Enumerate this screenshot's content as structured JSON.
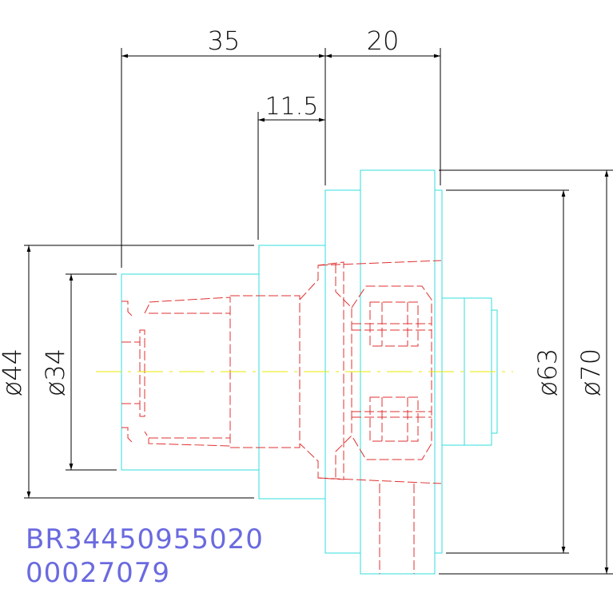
{
  "dimensions": {
    "top_left": "35",
    "top_right": "20",
    "inner_depth": "11.5",
    "left_outer_dia": "ø44",
    "left_inner_dia": "ø34",
    "right_inner_dia": "ø63",
    "right_outer_dia": "ø70"
  },
  "part_number": "BR34450955020",
  "serial_number": "00027079",
  "colors": {
    "dimension": "#000000",
    "outline": "#33dddd",
    "hidden": "#e03030",
    "centerline": "#e8e800",
    "text": "#6a6ae0"
  }
}
